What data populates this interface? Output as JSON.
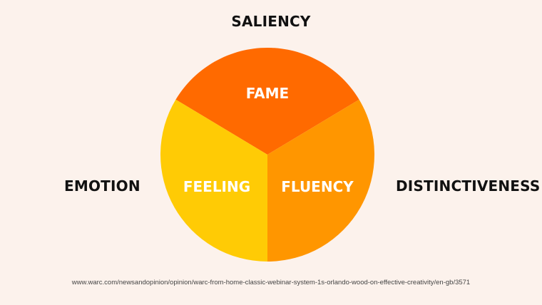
{
  "labels": {
    "top": "SALIENCY",
    "left": "EMOTION",
    "right": "DISTINCTIVENESS"
  },
  "segments": [
    {
      "key": "fame",
      "label": "FAME",
      "color": "#ff6a00"
    },
    {
      "key": "feeling",
      "label": "FEELING",
      "color": "#ffcb05"
    },
    {
      "key": "fluency",
      "label": "FLUENCY",
      "color": "#ff9600"
    }
  ],
  "source_url": "www.warc.com/newsandopinion/opinion/warc-from-home-classic-webinar-system-1s-orlando-wood-on-effective-creativity/en-gb/3571",
  "background_color": "#fcf2ec"
}
